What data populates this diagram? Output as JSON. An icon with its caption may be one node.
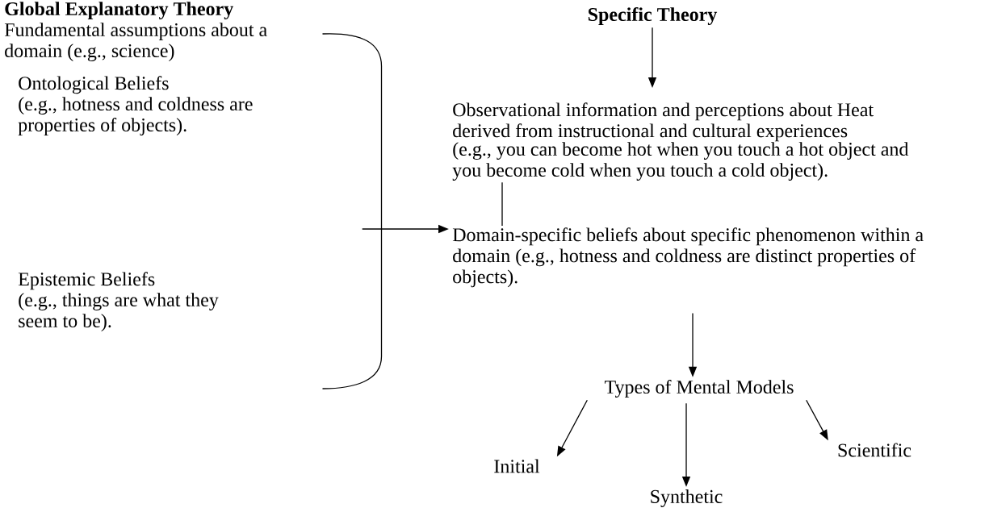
{
  "diagram": {
    "nodes": [
      {
        "text": [
          "Global Explanatory Theory",
          "Fundamental assumptions about a domain (e.g., science)"
        ]
      },
      {
        "text": [
          "Ontological Beliefs",
          "(e.g., hotness and coldness are properties of objects)."
        ]
      },
      {
        "text": [
          "Epistemic Beliefs",
          "(e.g., things are what they seem to be)."
        ]
      },
      {
        "text": [],
        "shape": "bracket"
      },
      {
        "text": [
          "Specific Theory"
        ]
      },
      {
        "text": [
          "Observational information and perceptions about Heat derived from instructional and cultural experiences",
          "(e.g., you can become hot when you touch a hot object and you become cold when you touch a cold object)."
        ]
      },
      {
        "text": [
          "Domain-specific beliefs about specific phenomenon within a domain (e.g., hotness and coldness are distinct properties of objects)."
        ]
      },
      {
        "text": [
          "Types of Mental Models"
        ]
      },
      {
        "text": [
          "Initial"
        ]
      },
      {
        "text": [
          "Synthetic"
        ]
      },
      {
        "text": [
          "Scientific"
        ]
      }
    ],
    "edges": [
      {
        "from": 3,
        "to": 6,
        "arrow": "to"
      },
      {
        "from": 4,
        "to": 5,
        "arrow": "to"
      },
      {
        "from": 5,
        "to": 6,
        "arrow": "none"
      },
      {
        "from": 6,
        "to": 7,
        "arrow": "to"
      },
      {
        "from": 7,
        "to": 8,
        "arrow": "to"
      },
      {
        "from": 7,
        "to": 9,
        "arrow": "to"
      },
      {
        "from": 7,
        "to": 10,
        "arrow": "to"
      }
    ]
  }
}
